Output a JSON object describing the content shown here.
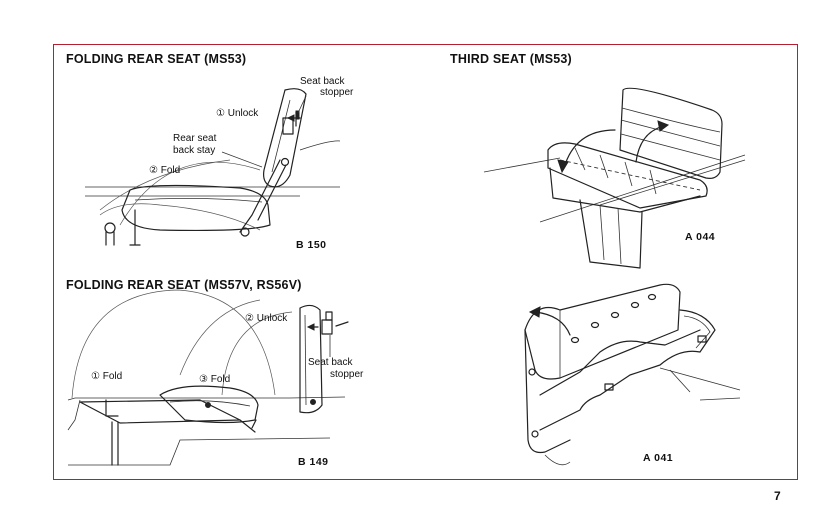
{
  "sections": {
    "top_left": {
      "title": "FOLDING REAR SEAT (MS53)",
      "labels": {
        "stopper_line1": "Seat back",
        "stopper_line2": "stopper",
        "unlock": "① Unlock",
        "stay_line1": "Rear seat",
        "stay_line2": "back stay",
        "fold": "② Fold"
      },
      "figure_code": "B 150"
    },
    "top_right": {
      "title": "THIRD SEAT (MS53)",
      "figure_code": "A 044"
    },
    "bottom_left": {
      "title": "FOLDING REAR SEAT (MS57V, RS56V)",
      "labels": {
        "unlock": "② Unlock",
        "fold1": "① Fold",
        "fold3": "③ Fold",
        "stopper_line1": "Seat back",
        "stopper_line2": "stopper"
      },
      "figure_code": "B 149"
    },
    "bottom_right": {
      "figure_code": "A 041"
    }
  },
  "page_number": "7",
  "colors": {
    "frame": "#b3202f",
    "ink": "#222222"
  }
}
